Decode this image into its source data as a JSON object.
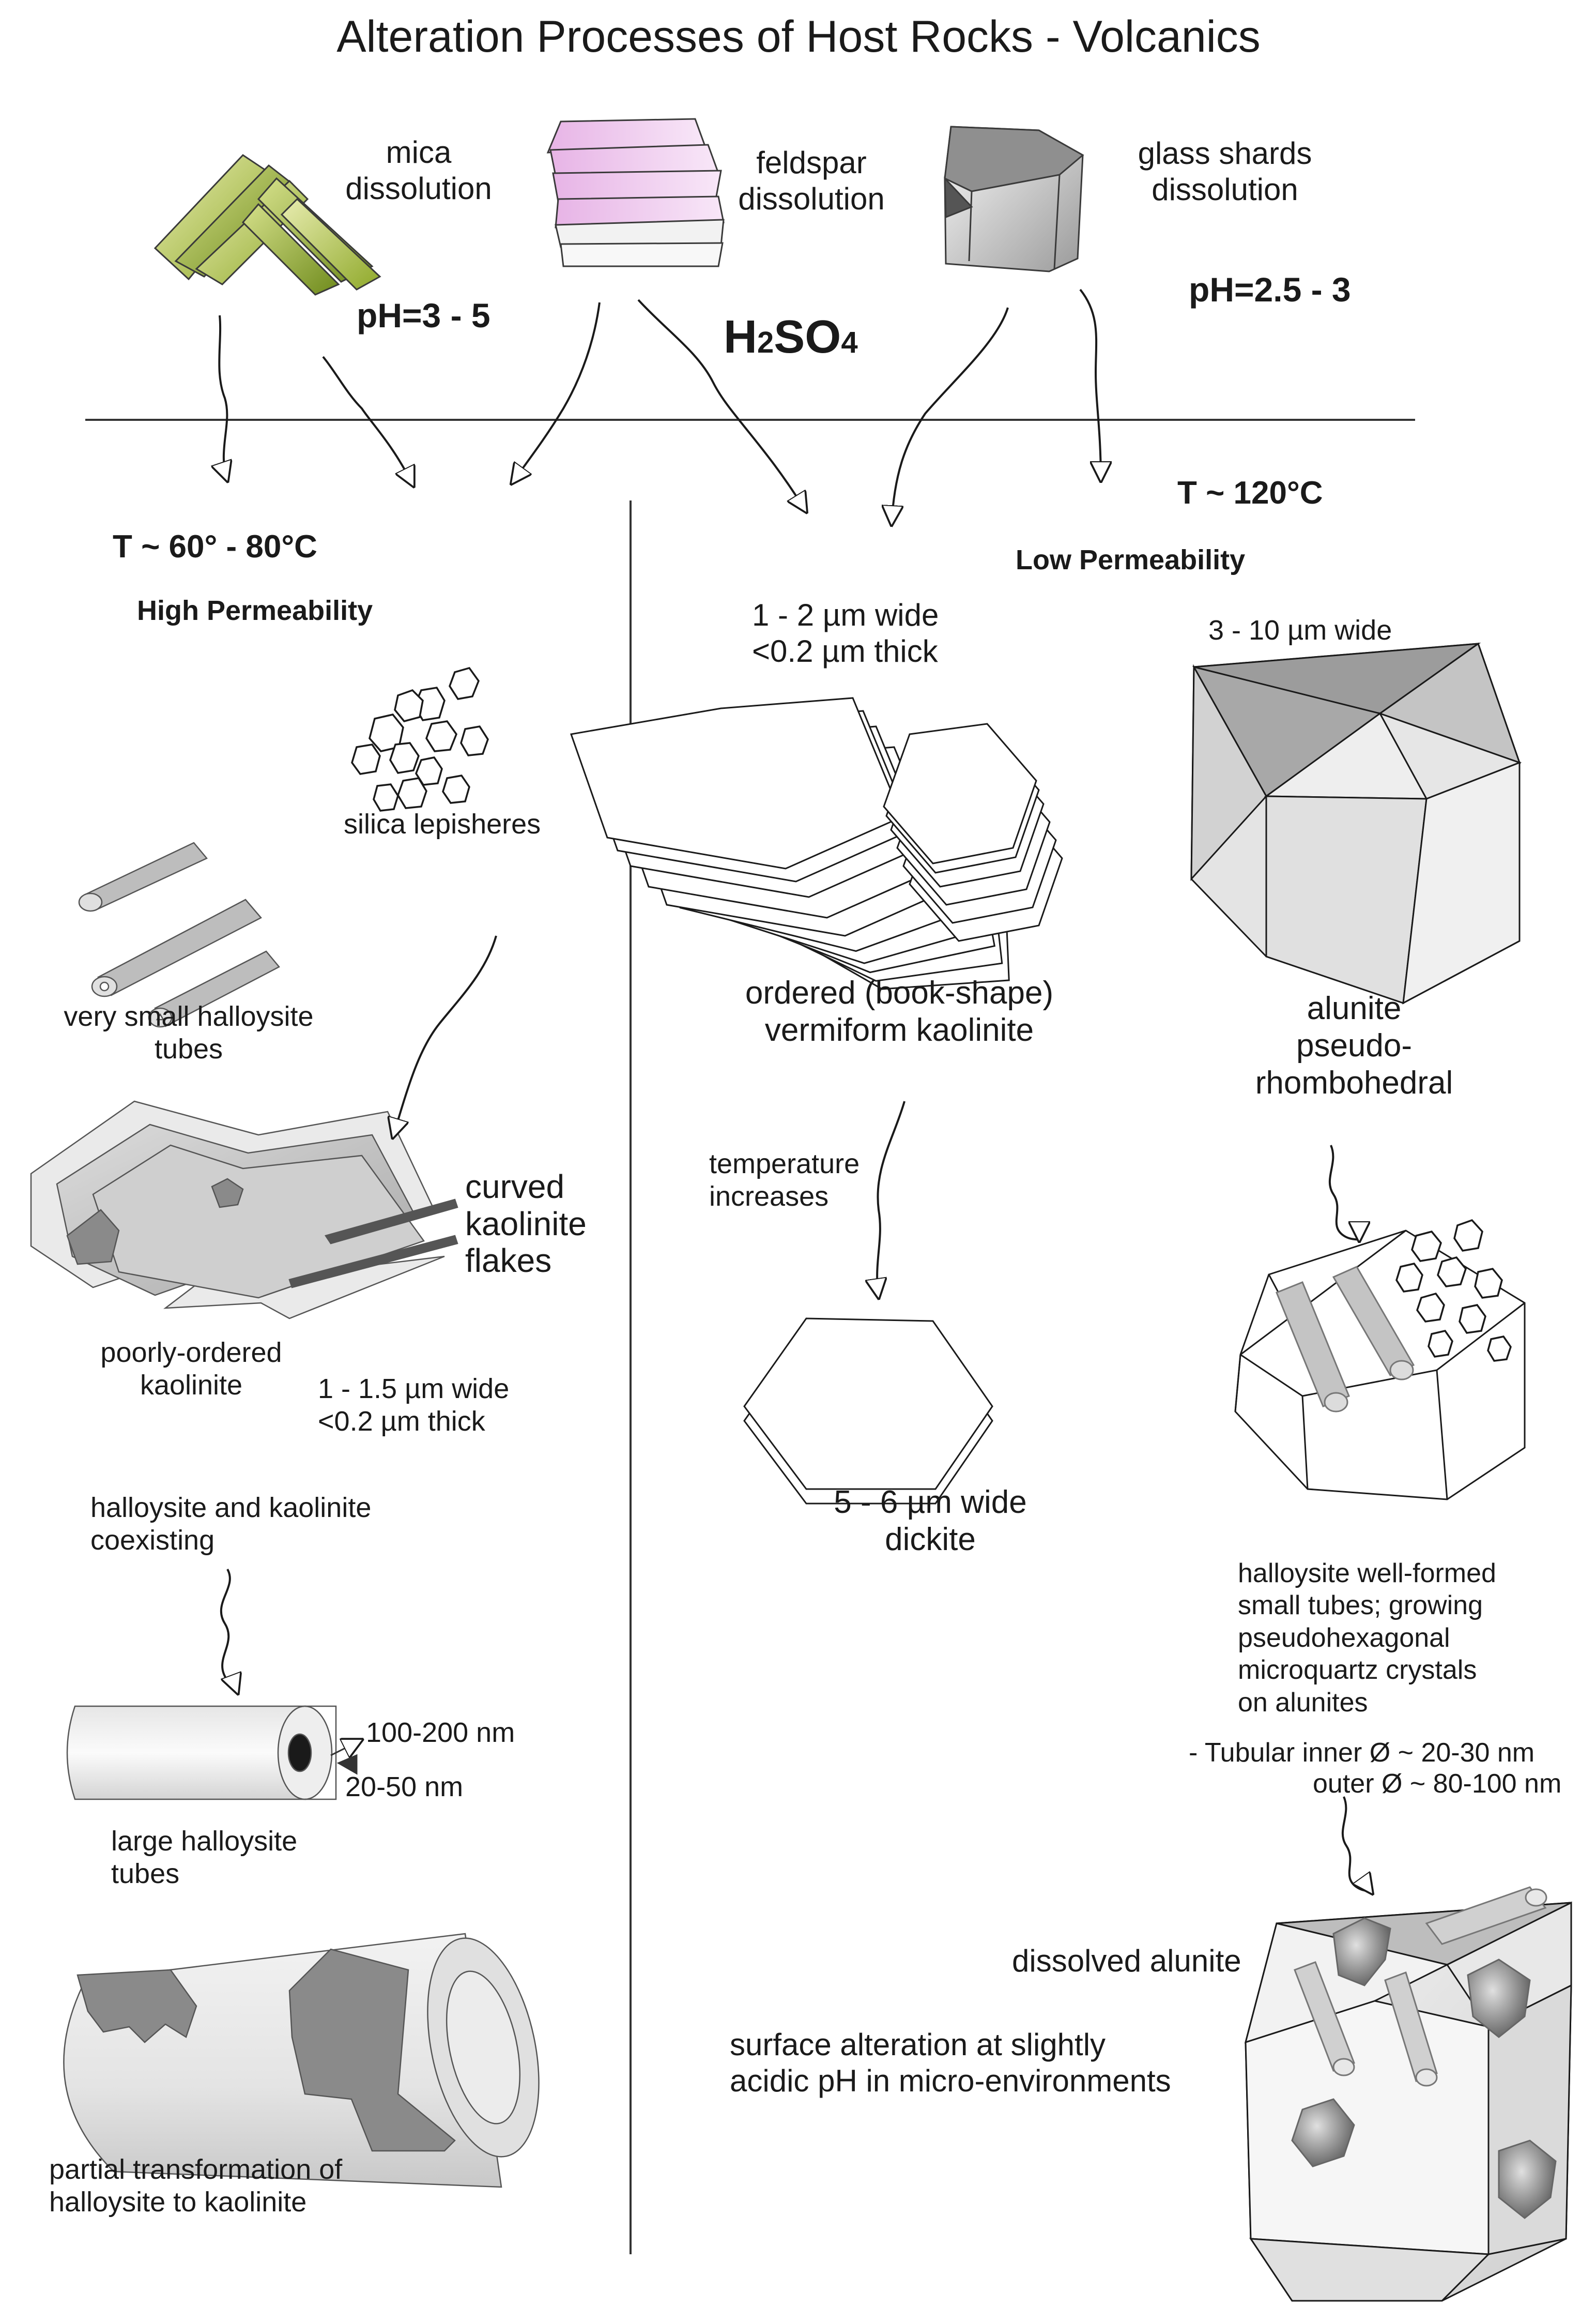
{
  "title": "Alteration Processes of Host  Rocks - Volcanics",
  "top": {
    "mica": [
      "mica",
      "dissolution"
    ],
    "feldspar": [
      "feldspar",
      "dissolution"
    ],
    "glass": [
      "glass shards",
      "dissolution"
    ],
    "ph_left": "pH=3 - 5",
    "acid_main": "H",
    "acid_sub1": "2",
    "acid_mid": "SO",
    "acid_sub2": "4",
    "ph_right": "pH=2.5 - 3"
  },
  "left": {
    "temp": "T ~ 60° - 80°C",
    "permeability": "High Permeability",
    "silica": "silica lepisheres",
    "small_tubes": [
      "very small halloysite",
      "tubes"
    ],
    "curved": [
      "curved",
      "kaolinite",
      "flakes"
    ],
    "poorly": [
      "poorly-ordered",
      "kaolinite"
    ],
    "poorly_size": [
      "1 - 1.5 µm wide",
      "<0.2 µm thick"
    ],
    "coexist": [
      "halloysite and kaolinite",
      "coexisting"
    ],
    "dim_outer": "100-200 nm",
    "dim_inner": "20-50 nm",
    "large_tubes": [
      "large halloysite",
      "tubes"
    ],
    "partial": [
      "partial transformation of",
      "halloysite to kaolinite"
    ]
  },
  "middle": {
    "size": [
      "1 - 2 µm wide",
      "<0.2 µm thick"
    ],
    "ordered": [
      "ordered (book-shape)",
      "vermiform kaolinite"
    ],
    "temp_inc": [
      "temperature",
      "increases"
    ],
    "dickite": [
      "5 - 6 µm wide",
      "dickite"
    ],
    "surface": [
      "surface alteration at slightly",
      "acidic pH in micro-environments"
    ]
  },
  "right": {
    "temp": "T ~ 120°C",
    "permeability": "Low Permeability",
    "size": "3 - 10 µm wide",
    "alunite": [
      "alunite",
      "pseudo-",
      "rhombohedral"
    ],
    "halloysite": [
      "halloysite well-formed",
      "small tubes; growing",
      "pseudohexagonal",
      "microquartz crystals",
      "on alunites"
    ],
    "tubular1": "- Tubular inner Ø ~ 20-30 nm",
    "tubular2": "outer Ø ~ 80-100 nm",
    "dissolved": "dissolved alunite"
  }
}
